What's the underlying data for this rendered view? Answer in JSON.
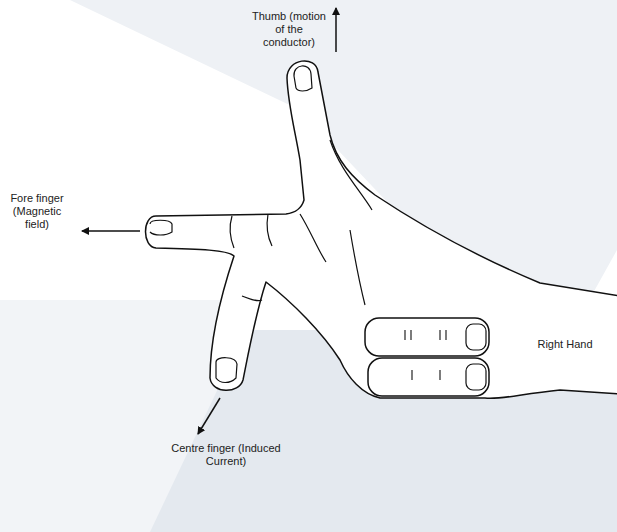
{
  "diagram": {
    "labels": [
      "Thumb (motion of the conductor)",
      "Fore finger (Magnetic field)",
      "Centre finger (Induced Current)",
      "Right Hand"
    ]
  }
}
